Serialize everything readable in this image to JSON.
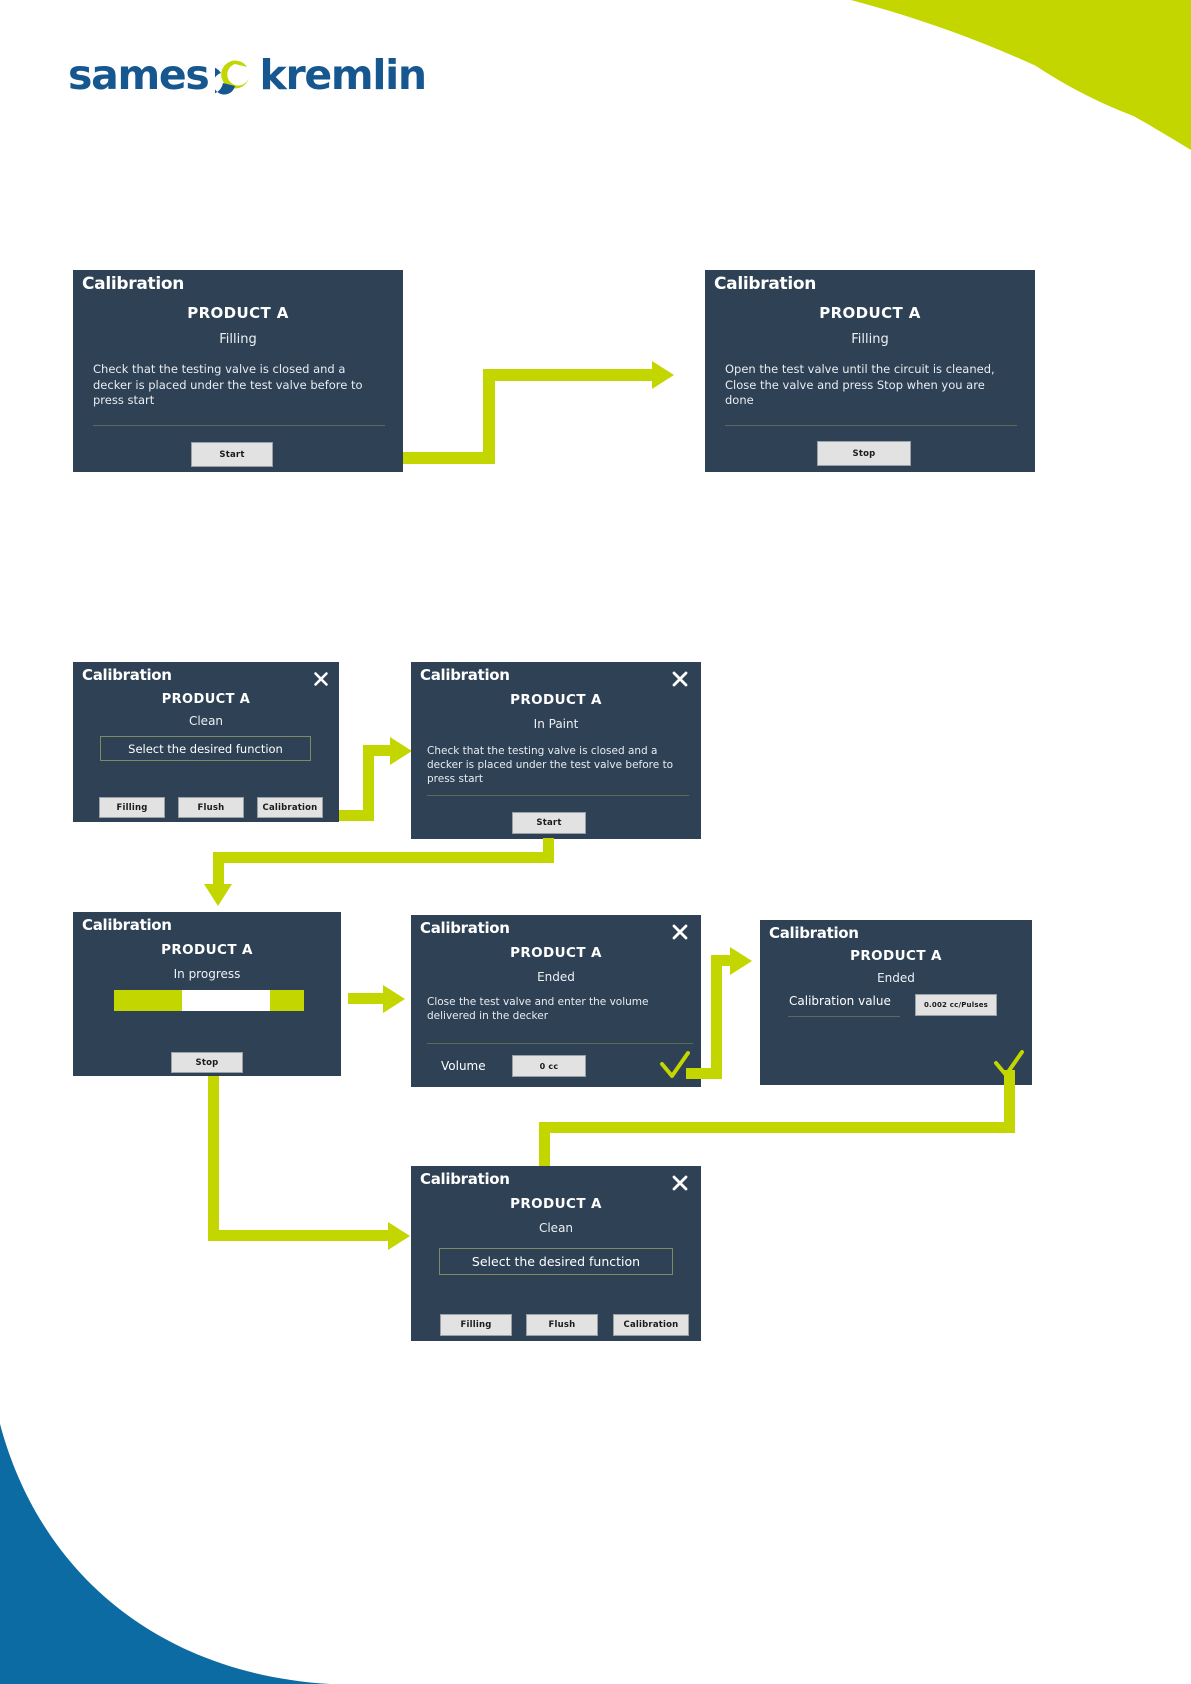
{
  "brand": {
    "name_part1": "sames",
    "name_part2": "kremlin",
    "mark_icon": "sames-spiral-icon",
    "blue": "#16578f",
    "green": "#c3d600"
  },
  "colors": {
    "dialog_bg": "#2e4155",
    "accent_green": "#c3d600",
    "accent_blue": "#0d6ba4",
    "button_grey": "#e2e2e2"
  },
  "common": {
    "title": "Calibration",
    "product": "PRODUCT A",
    "close_icon": "close-icon",
    "check_icon": "check-icon"
  },
  "dialogs": [
    {
      "id": "filling-start",
      "title": "Calibration",
      "product": "PRODUCT A",
      "state": "Filling",
      "body": "Check that the testing valve is closed and a decker is placed under the test valve before to press start",
      "button": "Start",
      "has_close": true
    },
    {
      "id": "filling-stop",
      "title": "Calibration",
      "product": "PRODUCT A",
      "state": "Filling",
      "body": "Open the test valve until the circuit is cleaned, Close the valve and press Stop when you are done",
      "button": "Stop",
      "has_close": false
    },
    {
      "id": "clean-select-1",
      "title": "Calibration",
      "product": "PRODUCT A",
      "state": "Clean",
      "field_label": "Select the desired function",
      "buttons": [
        "Filling",
        "Flush",
        "Calibration"
      ],
      "has_close": true
    },
    {
      "id": "in-paint",
      "title": "Calibration",
      "product": "PRODUCT A",
      "state": "In Paint",
      "body": "Check that the testing valve is closed and a decker is placed under the test valve before to press start",
      "button": "Start",
      "has_close": true
    },
    {
      "id": "in-progress",
      "title": "Calibration",
      "product": "PRODUCT A",
      "state": "In progress",
      "button": "Stop",
      "has_close": false,
      "progress": {
        "segments": [
          {
            "left_pct": 0,
            "width_pct": 36
          },
          {
            "left_pct": 82,
            "width_pct": 18
          }
        ]
      }
    },
    {
      "id": "ended-volume",
      "title": "Calibration",
      "product": "PRODUCT A",
      "state": "Ended",
      "body": "Close the test valve and enter the volume delivered in the decker",
      "field_label": "Volume",
      "field_value": "0 cc",
      "has_close": true,
      "has_check": true
    },
    {
      "id": "ended-calvalue",
      "title": "Calibration",
      "product": "PRODUCT A",
      "state": "Ended",
      "field_label": "Calibration value",
      "field_value": "0.002 cc/Pulses",
      "has_close": false,
      "has_check": true
    },
    {
      "id": "clean-select-2",
      "title": "Calibration",
      "product": "PRODUCT A",
      "state": "Clean",
      "field_label": "Select the desired function",
      "buttons": [
        "Filling",
        "Flush",
        "Calibration"
      ],
      "has_close": true
    }
  ]
}
